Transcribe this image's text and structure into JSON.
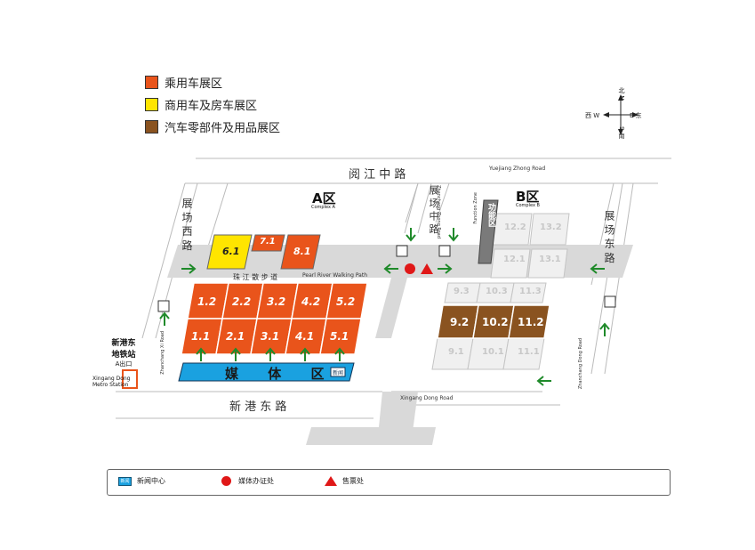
{
  "legend": [
    {
      "label": "乘用车展区",
      "color": "#e9541b"
    },
    {
      "label": "商用车及房车展区",
      "color": "#ffe500"
    },
    {
      "label": "汽车零部件及用品展区",
      "color": "#8a5320"
    }
  ],
  "compass": {
    "north": "北 N",
    "south": "S 南",
    "west": "西 W",
    "east": "E 东"
  },
  "roads": {
    "top_cn": "阅 江 中 路",
    "top_en": "Yuejiang Zhong Road",
    "bottom_cn": "新 港 东 路",
    "bottom_right_en": "Xingang Dong Road",
    "west_cn": "展 场 西 路",
    "west_en": "Zhanchang Xi Road",
    "middle_cn": "展 场 中 路",
    "middle_en": "Zhanchang Zhong Road",
    "east_cn": "展 场 东 路",
    "east_en": "Zhanchang Dong Road",
    "walk_cn": "珠 江 散 步 道",
    "walk_en": "Pearl River Walking Path"
  },
  "complexes": {
    "a_title": "A区",
    "a_sub": "Complex A",
    "b_title": "B区",
    "b_sub": "Complex B",
    "function_zone_cn": "功能区",
    "function_zone_en": "Function Zone"
  },
  "metro": {
    "name_cn": "新港东\n地铁站",
    "line": "A出口",
    "name_en": "Xingang Dong\nMetro Station"
  },
  "halls_a_upper": [
    "6.1",
    "7.1",
    "8.1"
  ],
  "halls_a_row2": [
    "1.2",
    "2.2",
    "3.2",
    "4.2",
    "5.2"
  ],
  "halls_a_row1": [
    "1.1",
    "2.1",
    "3.1",
    "4.1",
    "5.1"
  ],
  "media": {
    "label": "媒 体 区",
    "badge": "新闻"
  },
  "halls_b_parts": [
    "9.2",
    "10.2",
    "11.2"
  ],
  "halls_b_ghost": [
    "9.3",
    "10.3",
    "11.3",
    "9.1",
    "10.1",
    "11.1",
    "12.1",
    "13.1",
    "12.2",
    "13.2"
  ],
  "footer": {
    "badge": "新闻",
    "press_center": "新闻中心",
    "media_accreditation": "媒体办证处",
    "ticket_office": "售票处"
  },
  "colors": {
    "car": "#e9541b",
    "commercial": "#ffe500",
    "parts": "#8a5320",
    "media": "#1aa1e0",
    "arrow": "#1f8a2a",
    "marker": "#e01818"
  }
}
